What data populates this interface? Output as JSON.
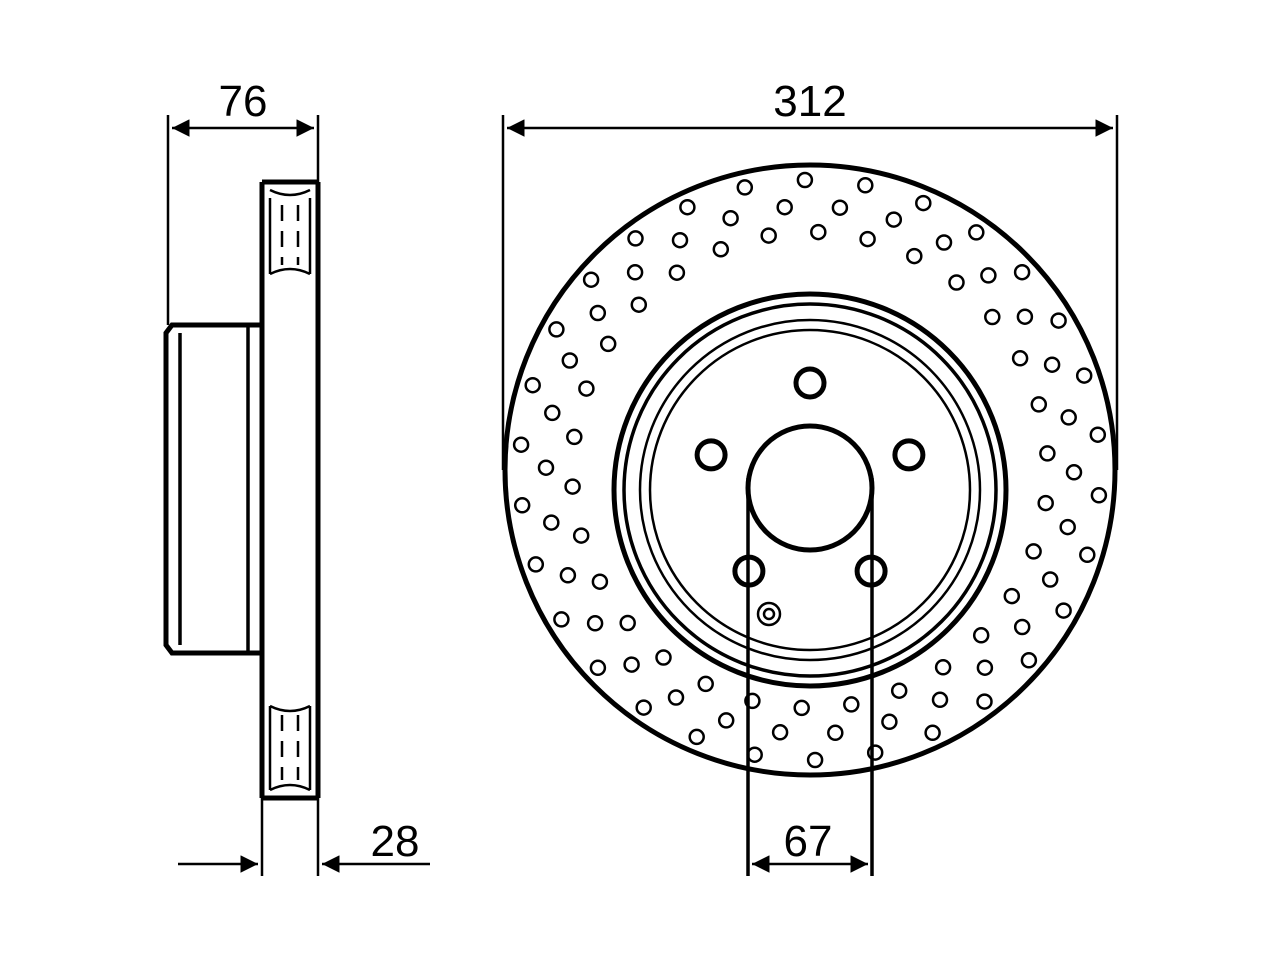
{
  "drawing": {
    "dimensions": {
      "overall_height": "76",
      "diameter": "312",
      "thickness": "28",
      "center_bore": "67"
    },
    "bolt_holes": 5,
    "drill_holes": 90
  }
}
